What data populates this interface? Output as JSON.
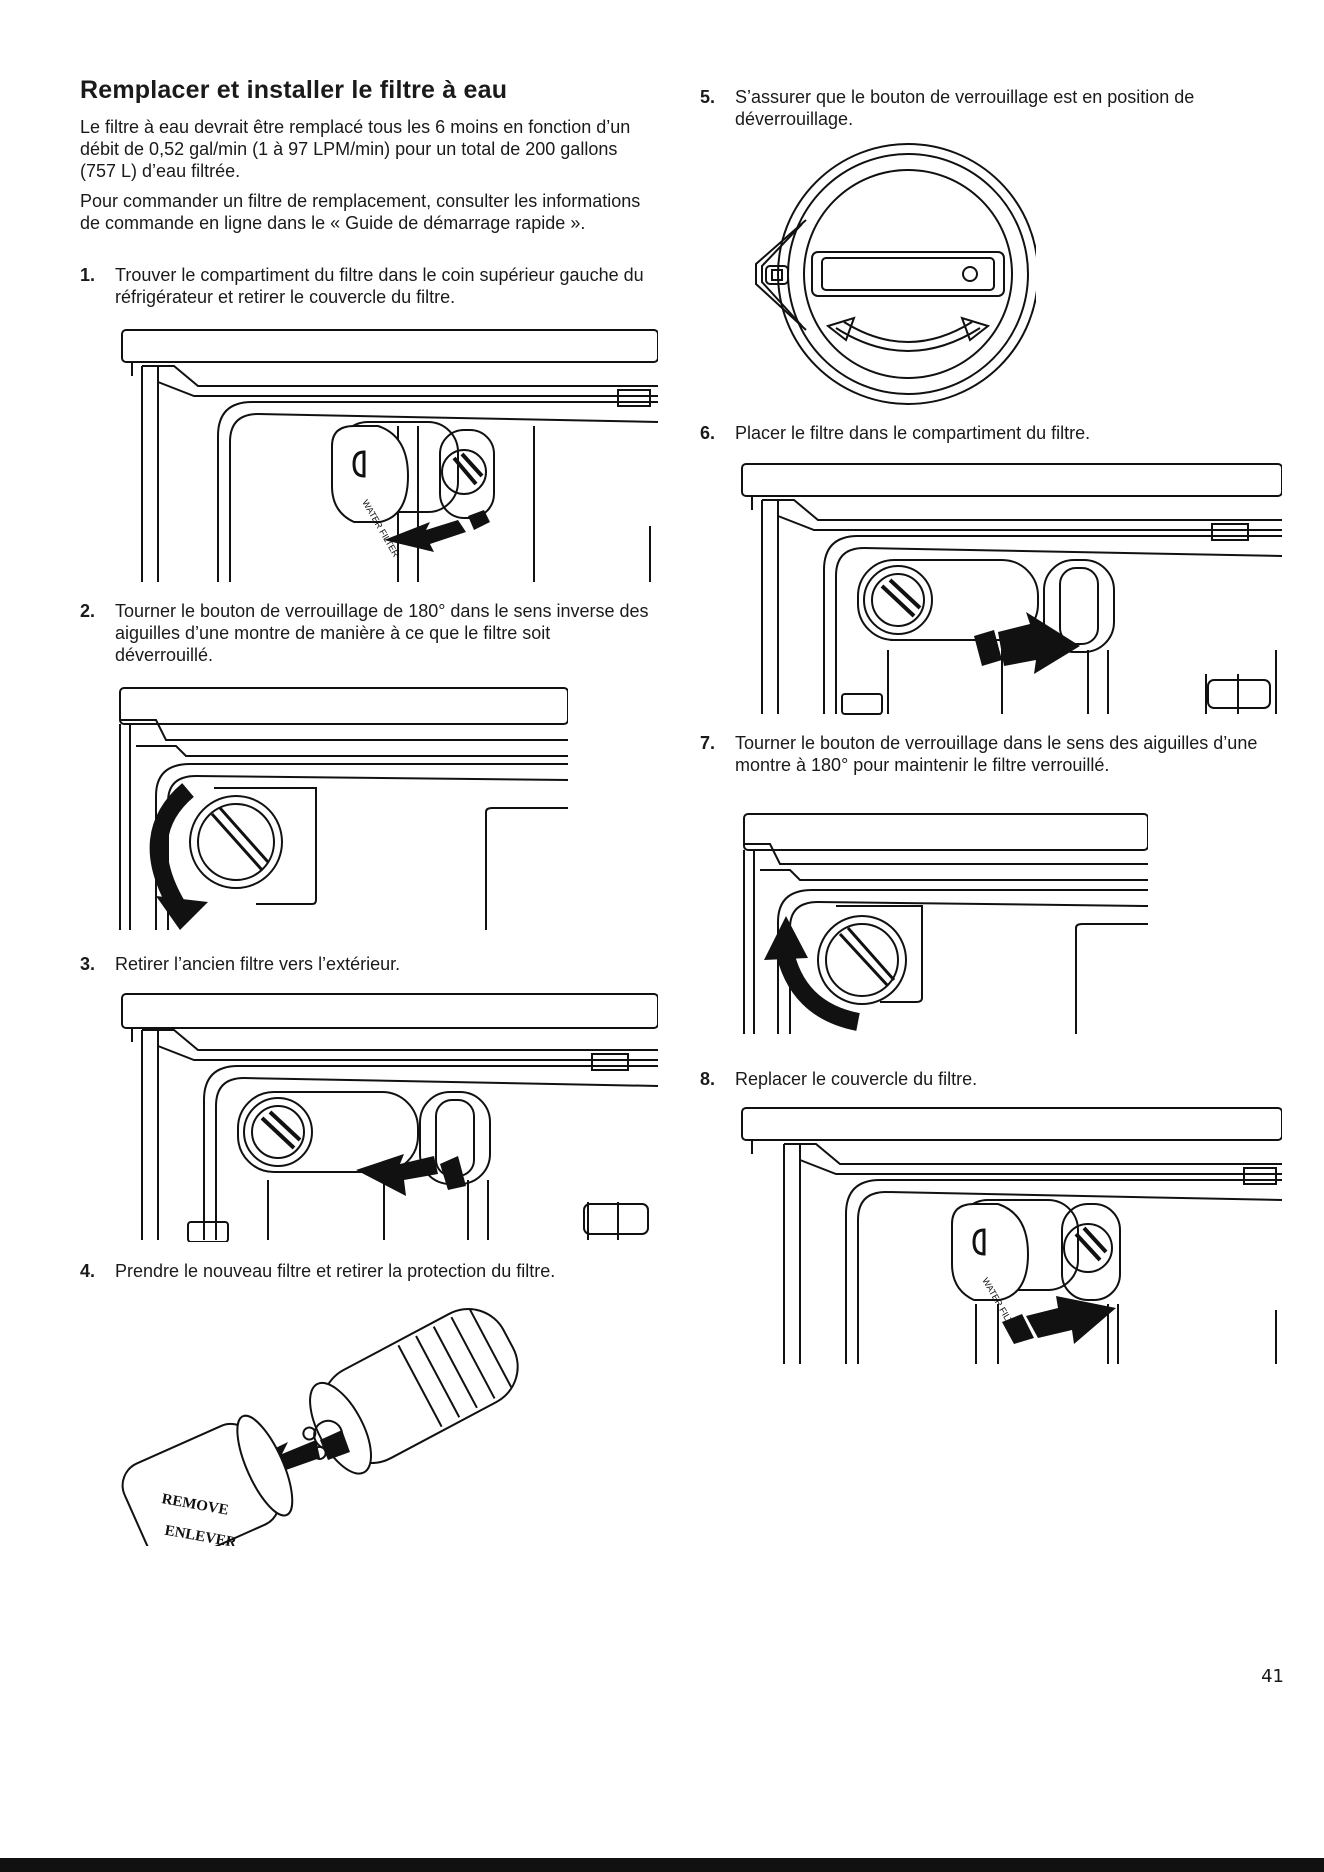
{
  "title": "Remplacer et installer le filtre à eau",
  "intro": {
    "p1": "Le filtre à eau devrait être remplacé tous les 6 moins en fonction d’un débit de 0,52 gal/min (1 à 97 LPM/min) pour un total de 200 gallons (757 L) d’eau filtrée.",
    "p2": "Pour commander un filtre de remplacement, consulter les informations de commande en ligne dans le « Guide de démarrage rapide »."
  },
  "steps": [
    {
      "num": "1.",
      "text": "Trouver le compartiment du filtre dans le coin supérieur gauche du réfrigérateur et retirer le couvercle du filtre."
    },
    {
      "num": "2.",
      "text": "Tourner le bouton de verrouillage de 180° dans le sens inverse des aiguilles d’une montre de manière à ce que le filtre soit déverrouillé."
    },
    {
      "num": "3.",
      "text": "Retirer l’ancien filtre vers l’extérieur."
    },
    {
      "num": "4.",
      "text": "Prendre le nouveau filtre et retirer la protection du filtre."
    },
    {
      "num": "5.",
      "text": "S’assurer que le bouton de verrouillage est en position de déverrouillage."
    },
    {
      "num": "6.",
      "text": "Placer le filtre dans le compartiment du filtre."
    },
    {
      "num": "7.",
      "text": "Tourner le bouton de verrouillage dans le sens des aiguilles d’une montre à 180° pour maintenir le filtre verrouillé."
    },
    {
      "num": "8.",
      "text": "Replacer le couvercle du filtre."
    }
  ],
  "figure_labels": {
    "cap_remove": "REMOVE",
    "cap_enlever": "ENLEVER",
    "water_filter": "WATER FILTER"
  },
  "page_number": "41"
}
